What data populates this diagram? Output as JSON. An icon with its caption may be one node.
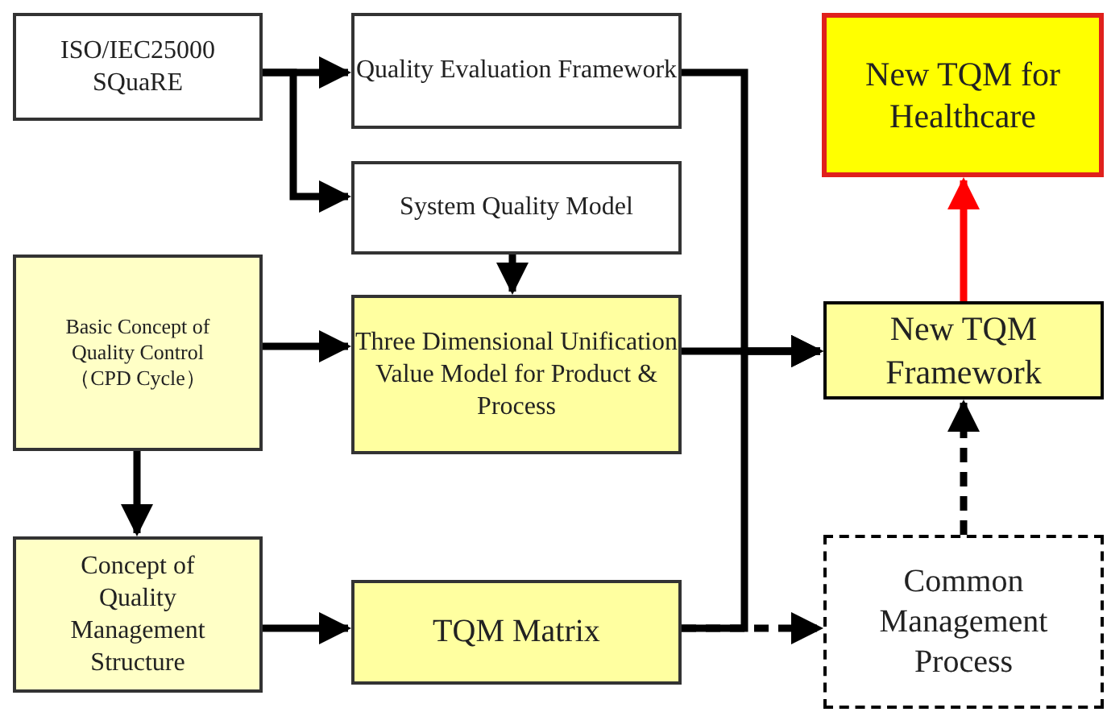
{
  "diagram": {
    "nodes": [
      {
        "text": [
          "ISO/IEC25000 SQuaRE"
        ]
      },
      {
        "text": [
          "Quality Evaluation Framework"
        ]
      },
      {
        "text": [
          "New TQM for Healthcare"
        ]
      },
      {
        "text": [
          "System Quality Model"
        ]
      },
      {
        "text": [
          "Basic Concept of Quality Control （CPD Cycle）"
        ]
      },
      {
        "text": [
          "Three Dimensional Unification Value Model for Product & Process"
        ]
      },
      {
        "text": [
          "New TQM Framework"
        ]
      },
      {
        "text": [
          "Concept of Quality Management Structure"
        ]
      },
      {
        "text": [
          "TQM Matrix"
        ]
      },
      {
        "text": [
          "Common Management Process"
        ]
      }
    ],
    "edges": [
      {
        "from": 0,
        "to": 1,
        "arrow": "to"
      },
      {
        "from": 0,
        "to": 3,
        "arrow": "to"
      },
      {
        "from": 3,
        "to": 5,
        "arrow": "to"
      },
      {
        "from": 4,
        "to": 5,
        "arrow": "to"
      },
      {
        "from": 4,
        "to": 7,
        "arrow": "to"
      },
      {
        "from": 7,
        "to": 8,
        "arrow": "to"
      },
      {
        "from": 1,
        "to": 6,
        "arrow": "to"
      },
      {
        "from": 5,
        "to": 6,
        "arrow": "to"
      },
      {
        "from": 8,
        "to": 6,
        "arrow": "to"
      },
      {
        "from": 8,
        "to": 9,
        "arrow": "to",
        "style": "dashed"
      },
      {
        "from": 9,
        "to": 6,
        "arrow": "to",
        "style": "dashed"
      },
      {
        "from": 6,
        "to": 2,
        "arrow": "to",
        "color": "#ff0000"
      }
    ]
  }
}
